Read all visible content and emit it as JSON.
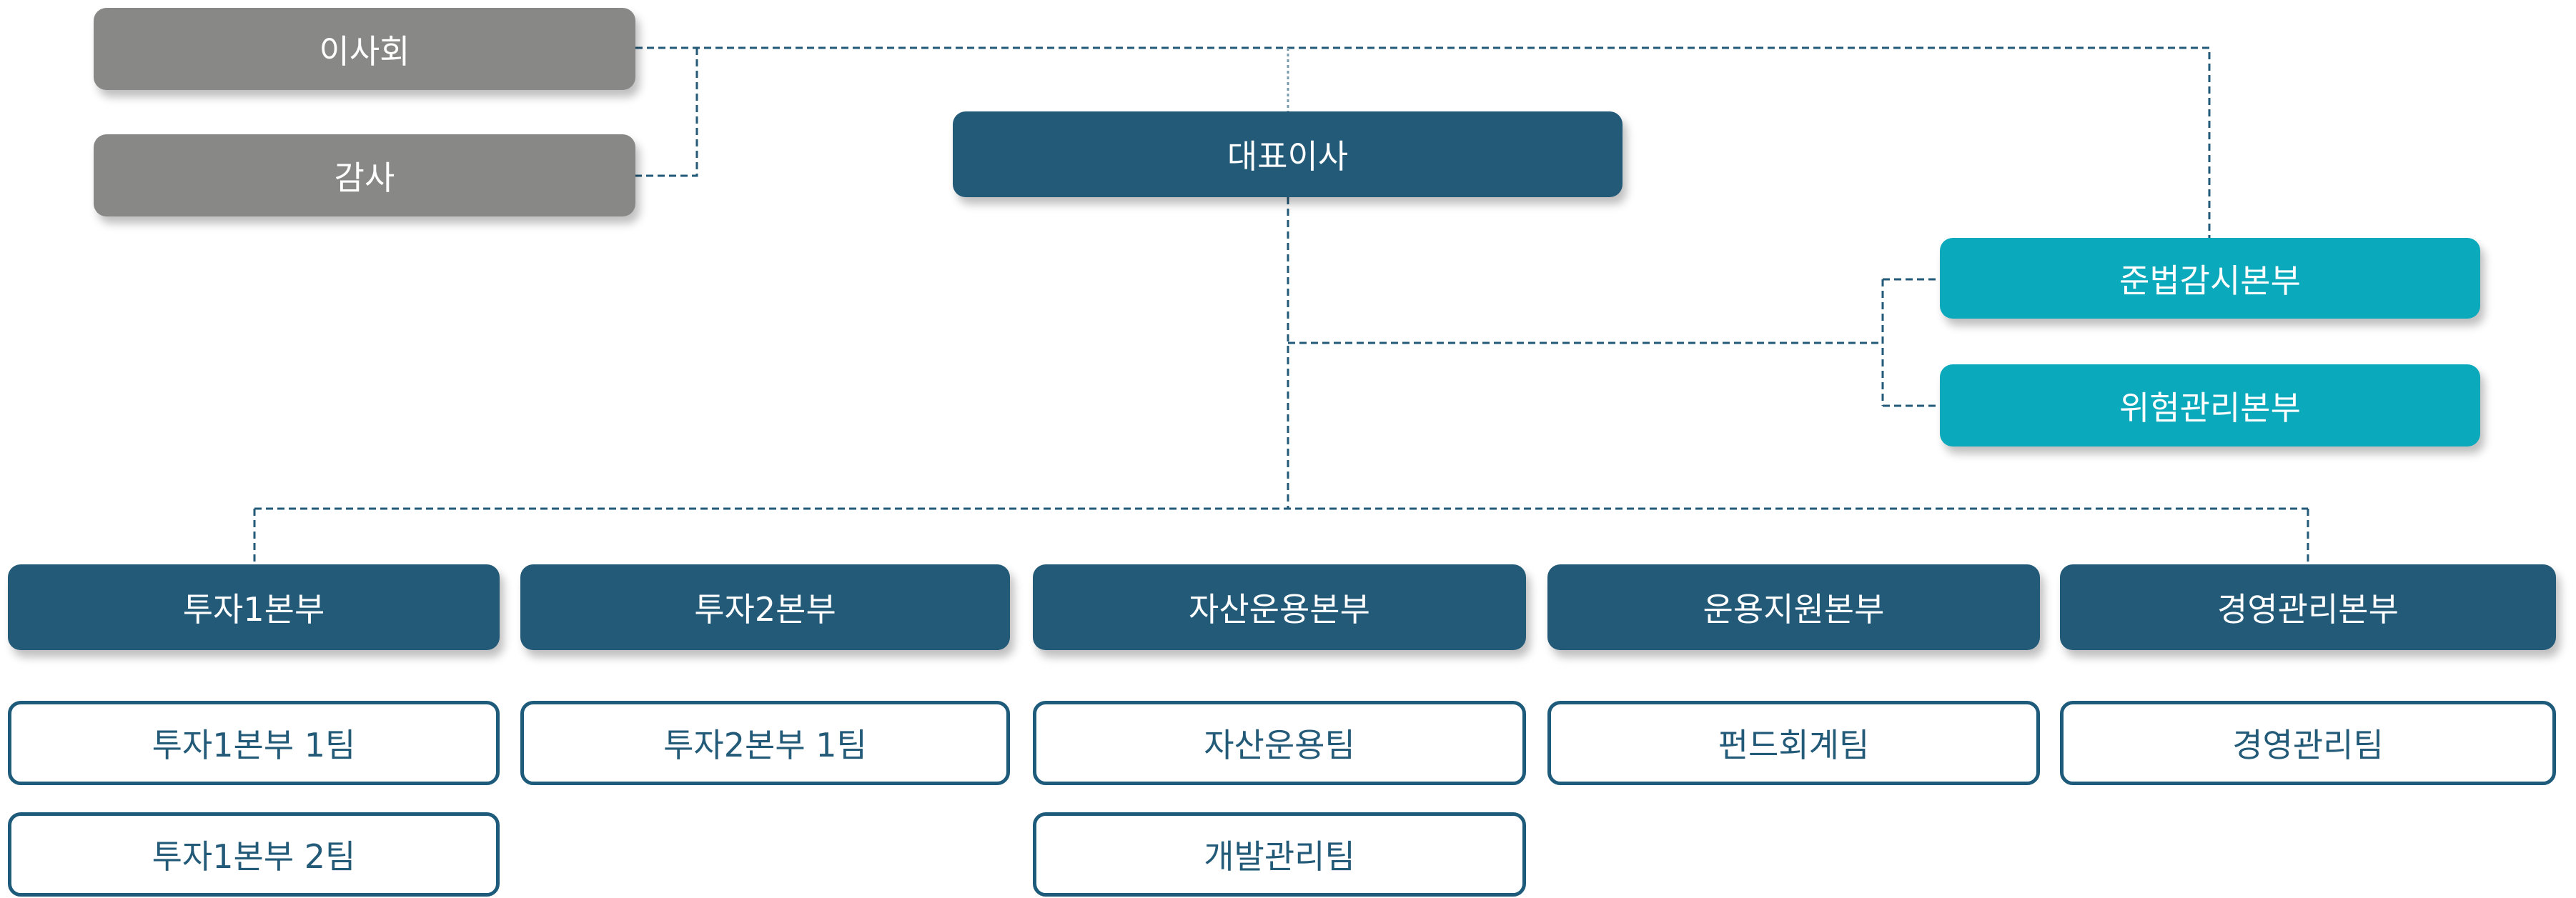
{
  "board": "이사회",
  "auditor": "감사",
  "ceo": "대표이사",
  "staff": [
    "준법감시본부",
    "위험관리본부"
  ],
  "divisions": [
    {
      "name": "투자1본부",
      "teams": [
        "투자1본부 1팀",
        "투자1본부 2팀"
      ]
    },
    {
      "name": "투자2본부",
      "teams": [
        "투자2본부 1팀"
      ]
    },
    {
      "name": "자산운용본부",
      "teams": [
        "자산운용팀",
        "개발관리팀"
      ]
    },
    {
      "name": "운용지원본부",
      "teams": [
        "펀드회계팀"
      ]
    },
    {
      "name": "경영관리본부",
      "teams": [
        "경영관리팀"
      ]
    }
  ],
  "colors": {
    "gray": "#888886",
    "dark": "#225a78",
    "teal": "#0aa9bc",
    "line": "#225a78"
  }
}
